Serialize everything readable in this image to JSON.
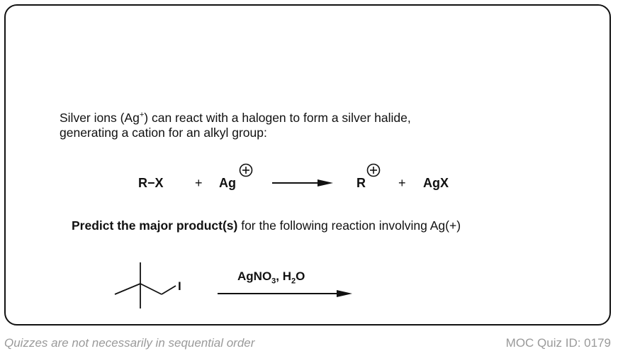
{
  "intro": {
    "line1_a": "Silver ions (Ag",
    "line1_sup": "+",
    "line1_b": ") can react with a halogen to form a silver halide,",
    "line2": "generating a cation for an alkyl group:"
  },
  "general_reaction": {
    "reactant1": "R−X",
    "plus1": "+",
    "reactant2": "Ag",
    "product1": "R",
    "plus2": "+",
    "product2": "AgX"
  },
  "question": {
    "bold": "Predict the major product(s)",
    "rest": " for the following reaction involving Ag(+)"
  },
  "specific_reaction": {
    "substrate_atom": "I",
    "reagent_a": "AgNO",
    "reagent_sub1": "3",
    "reagent_b": ", H",
    "reagent_sub2": "2",
    "reagent_c": "O"
  },
  "footer": {
    "note": "Quizzes are not necessarily in sequential order",
    "quiz_id": "MOC Quiz ID: 0179"
  }
}
